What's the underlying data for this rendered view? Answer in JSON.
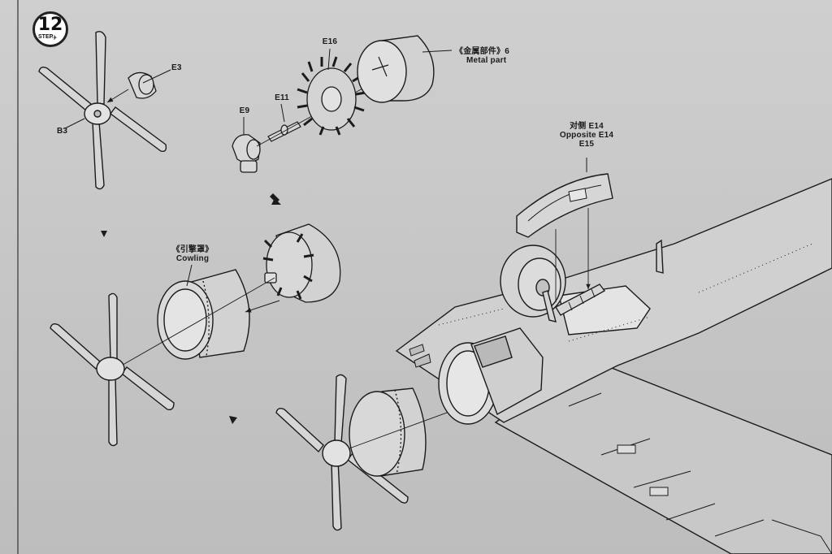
{
  "step": {
    "number": "12",
    "label": "STEP"
  },
  "labels": {
    "e3": "E3",
    "b3": "B3",
    "e16": "E16",
    "e9": "E9",
    "e11": "E11",
    "metal_part_zh": "《金属部件》6",
    "metal_part_en": "Metal part",
    "cowling_zh": "《引擎罩》",
    "cowling_en": "Cowling",
    "opposite_zh": "对侧 E14",
    "opposite_en": "Opposite E14",
    "e15": "E15"
  },
  "colors": {
    "paper": "#c9c9c9",
    "line": "#1b1b1b"
  }
}
